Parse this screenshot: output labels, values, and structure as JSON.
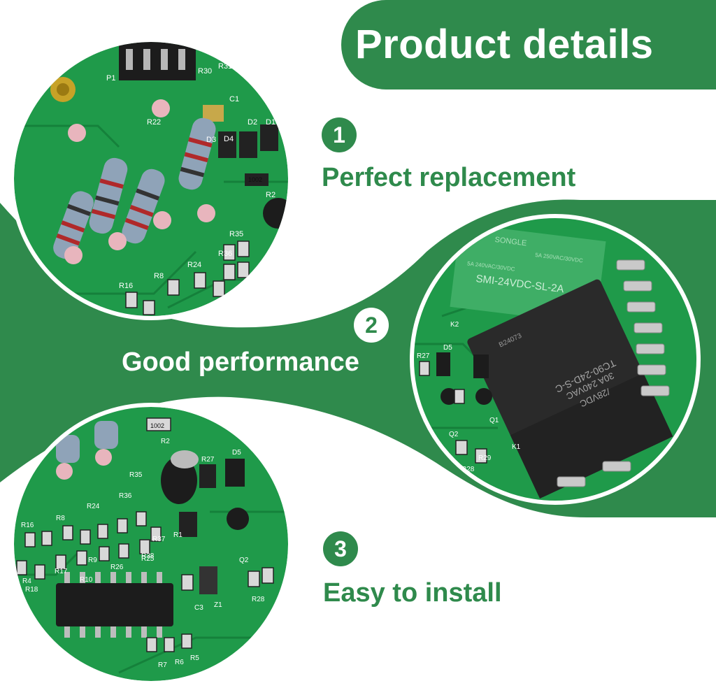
{
  "title": "Product details",
  "features": [
    {
      "number": "1",
      "label": "Perfect replacement"
    },
    {
      "number": "2",
      "label": "Good performance"
    },
    {
      "number": "3",
      "label": "Easy to install"
    }
  ],
  "colors": {
    "brand_green": "#2f8a4c",
    "pcb_green": "#1f9a4a",
    "white": "#ffffff"
  },
  "photo1": {
    "labels": [
      "P1",
      "R30",
      "R31",
      "R22",
      "C1",
      "D4",
      "D2",
      "D1",
      "D3",
      "R2",
      "1002",
      "R35",
      "R36",
      "R16",
      "R8",
      "R24"
    ]
  },
  "photo2": {
    "brand": "SONGLE",
    "relay_green_model": "SMI-24VDC-SL-2A",
    "relay_green_rating_left": "5A 240VAC/30VDC",
    "relay_green_rating_right": "5A 250VAC/30VDC",
    "relay_black_code": "B24073",
    "relay_black_model": "TC90-24D-S-C",
    "relay_black_rating1": "30A 240VAC",
    "relay_black_rating2": "/28VDC",
    "labels": [
      "K2",
      "K1",
      "R27",
      "D5",
      "Q2",
      "Q1",
      "R28",
      "R29"
    ]
  },
  "photo3": {
    "labels": [
      "R2",
      "1002",
      "D5",
      "R27",
      "R35",
      "R36",
      "R8",
      "R24",
      "R16",
      "R9",
      "R25",
      "R37",
      "R38",
      "R26",
      "R1",
      "R17",
      "R10",
      "R4",
      "R18",
      "Q2",
      "C3",
      "Z1",
      "R28",
      "R7",
      "R6",
      "R5"
    ]
  }
}
